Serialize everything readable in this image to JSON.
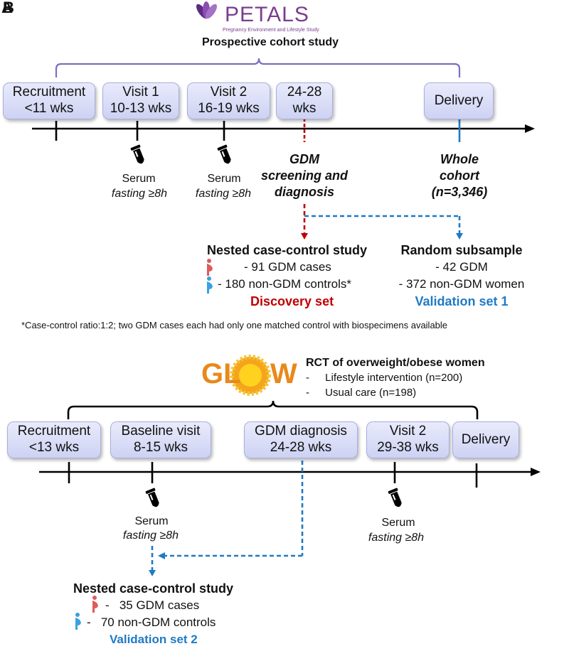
{
  "panel_labels": {
    "a": "A",
    "b": "B"
  },
  "petals": {
    "logo_text": "PETALS",
    "logo_subtitle": "Pregnancy Environment and Lifestyle Study",
    "study_type": "Prospective cohort study",
    "timeline": [
      {
        "line1": "Recruitment",
        "line2": "<11 wks"
      },
      {
        "line1": "Visit 1",
        "line2": "10-13 wks"
      },
      {
        "line1": "Visit 2",
        "line2": "16-19 wks"
      },
      {
        "line1": "24-28",
        "line2": "wks"
      },
      {
        "line1": "Delivery",
        "line2": ""
      }
    ],
    "serum_label": "Serum",
    "fasting_label": "fasting ≥8h",
    "gdm_screening": {
      "line1": "GDM",
      "line2": "screening and",
      "line3": "diagnosis"
    },
    "whole_cohort": {
      "line1": "Whole",
      "line2": "cohort",
      "line3": "(n=3,346)"
    },
    "nested": {
      "title": "Nested case-control study",
      "cases": "- 91 GDM cases",
      "controls": "- 180 non-GDM controls*",
      "set_label": "Discovery set"
    },
    "subsample": {
      "title": "Random subsample",
      "gdm": "- 42 GDM",
      "non_gdm": "- 372 non-GDM women",
      "set_label": "Validation set 1"
    },
    "footnote": "*Case-control ratio:1:2; two GDM cases each had only one matched control with biospecimens available"
  },
  "glow": {
    "logo_text_left": "GL",
    "logo_text_right": "W",
    "rct_title": "RCT of overweight/obese women",
    "arms": [
      {
        "bullet": "-",
        "text": "Lifestyle intervention (n=200)"
      },
      {
        "bullet": "-",
        "text": "Usual care (n=198)"
      }
    ],
    "timeline": [
      {
        "line1": "Recruitment",
        "line2": "<13 wks"
      },
      {
        "line1": "Baseline visit",
        "line2": "8-15 wks"
      },
      {
        "line1": "GDM diagnosis",
        "line2": "24-28 wks"
      },
      {
        "line1": "Visit 2",
        "line2": "29-38 wks"
      },
      {
        "line1": "Delivery",
        "line2": ""
      }
    ],
    "serum_label": "Serum",
    "fasting_label": "fasting ≥8h",
    "nested": {
      "title": "Nested case-control study",
      "cases": "-   35 GDM cases",
      "controls": "-   70 non-GDM controls",
      "set_label": "Validation set 2"
    }
  },
  "colors": {
    "gdm_red": "#c00000",
    "cohort_blue": "#1f7ac4",
    "bracket_purple": "#7a6fc0",
    "logo_purple": "#7a3d8f",
    "glow_orange": "#e8891a",
    "box_fill": "#d8dcf6"
  }
}
